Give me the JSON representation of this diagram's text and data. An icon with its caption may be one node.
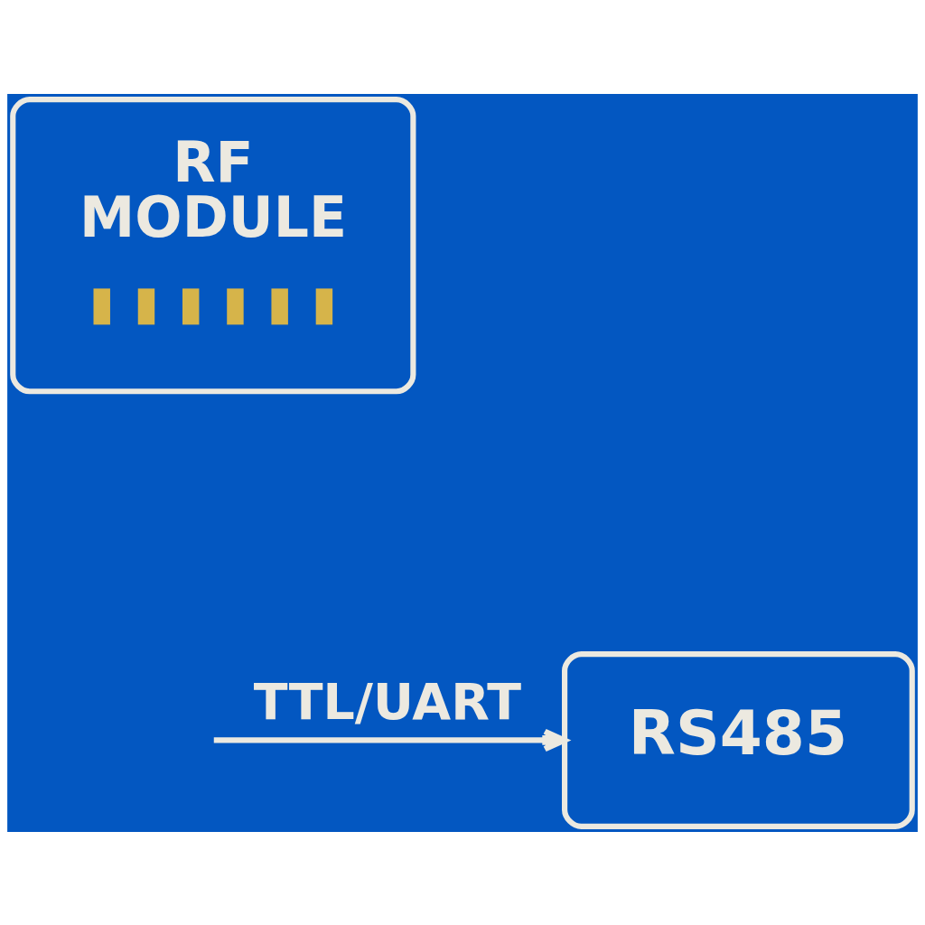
{
  "diagram": {
    "nodes": [
      {
        "text": [
          "RF MODULE"
        ]
      },
      {
        "text": [
          "RS485"
        ]
      }
    ],
    "edges": [
      {
        "from": null,
        "to": 1,
        "arrow": "to",
        "label": "TTL/UART"
      }
    ]
  }
}
